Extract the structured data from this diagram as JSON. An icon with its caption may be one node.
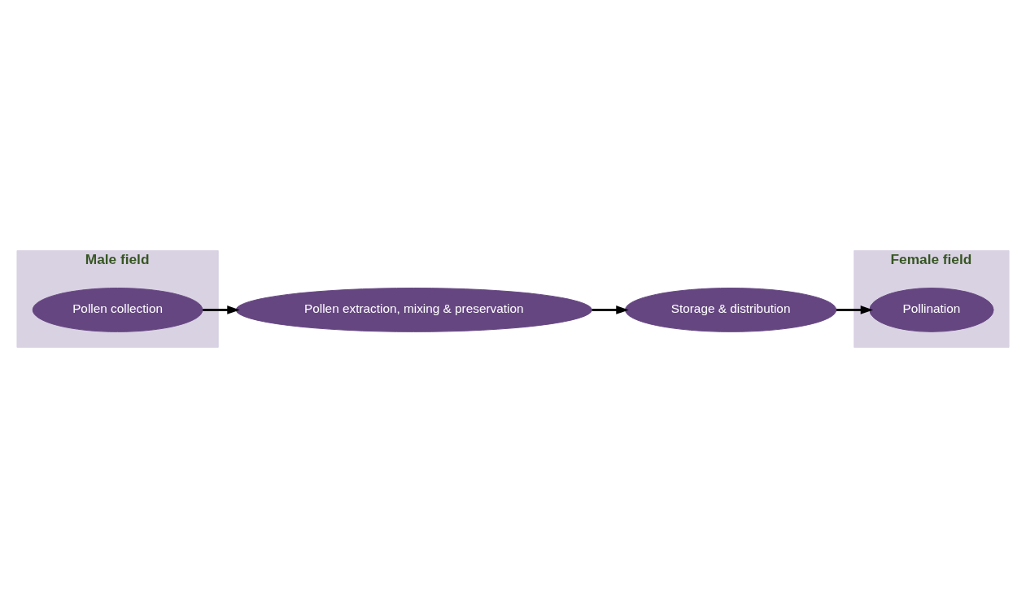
{
  "diagram": {
    "nodes": [
      {
        "text": [
          "Male field"
        ]
      },
      {
        "text": [
          "Pollen collection"
        ],
        "in": 0
      },
      {
        "text": [
          "Pollen extraction, mixing & preservation"
        ]
      },
      {
        "text": [
          "Storage & distribution"
        ]
      },
      {
        "text": [
          "Female field"
        ]
      },
      {
        "text": [
          "Pollination"
        ],
        "in": 4
      }
    ],
    "edges": [
      {
        "from": 1,
        "to": 2,
        "arrow": "to"
      },
      {
        "from": 2,
        "to": 3,
        "arrow": "to"
      },
      {
        "from": 3,
        "to": 5,
        "arrow": "to"
      }
    ]
  }
}
